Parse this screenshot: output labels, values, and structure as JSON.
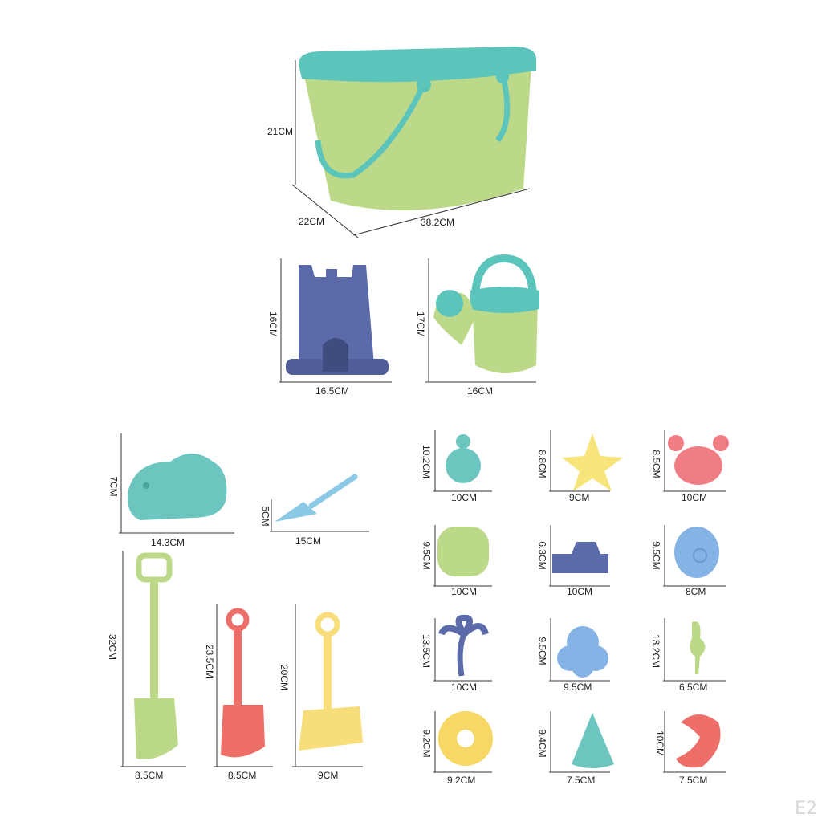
{
  "products": {
    "basket": {
      "name": "storage-basket",
      "h": "21CM",
      "d": "22CM",
      "w": "38.2CM",
      "color": "#bcd98a",
      "accent": "#5bc4bb"
    },
    "castle": {
      "h": "16CM",
      "w": "16.5CM",
      "color": "#5b6aa8"
    },
    "watering_can": {
      "h": "17CM",
      "w": "16CM",
      "color": "#bcd98a",
      "accent": "#5bc4bb"
    },
    "dinosaur": {
      "h": "7CM",
      "w": "14.3CM",
      "color": "#6cc5bf"
    },
    "trowel": {
      "h": "5CM",
      "w": "15CM",
      "color": "#8cc9e6"
    },
    "shovel_green": {
      "h": "32CM",
      "w": "8.5CM",
      "color": "#bcd98a"
    },
    "shovel_red": {
      "h": "23.5CM",
      "w": "8.5CM",
      "color": "#ee6f6a"
    },
    "rake_yellow": {
      "h": "20CM",
      "w": "9CM",
      "color": "#f7de7a"
    },
    "molds": [
      {
        "name": "turtle-mold",
        "h": "10.2CM",
        "w": "10CM",
        "color": "#6cc5bf"
      },
      {
        "name": "starfish-mold",
        "h": "8.8CM",
        "w": "9CM",
        "color": "#f7e47a"
      },
      {
        "name": "crab-mold",
        "h": "8.5CM",
        "w": "10CM",
        "color": "#f07c84"
      },
      {
        "name": "paw-mold",
        "h": "9.5CM",
        "w": "10CM",
        "color": "#bcd98a"
      },
      {
        "name": "car-mold",
        "h": "6.3CM",
        "w": "10CM",
        "color": "#5b6aa8"
      },
      {
        "name": "shell-mold",
        "h": "9.5CM",
        "w": "8CM",
        "color": "#86b3e6"
      },
      {
        "name": "palm-tree-mold",
        "h": "13.5CM",
        "w": "10CM",
        "color": "#5b6aa8"
      },
      {
        "name": "flower-mold",
        "h": "9.5CM",
        "w": "9.5CM",
        "color": "#86b3e6"
      },
      {
        "name": "flamingo-mold",
        "h": "13.2CM",
        "w": "6.5CM",
        "color": "#bcd98a"
      },
      {
        "name": "donut-mold",
        "h": "9.2CM",
        "w": "9.2CM",
        "color": "#f7d867"
      },
      {
        "name": "watermelon-mold",
        "h": "9.4CM",
        "w": "7.5CM",
        "color": "#6cc5bf"
      },
      {
        "name": "croissant-mold",
        "h": "10CM",
        "w": "7.5CM",
        "color": "#ee6f6a"
      }
    ]
  },
  "watermark": "E2"
}
